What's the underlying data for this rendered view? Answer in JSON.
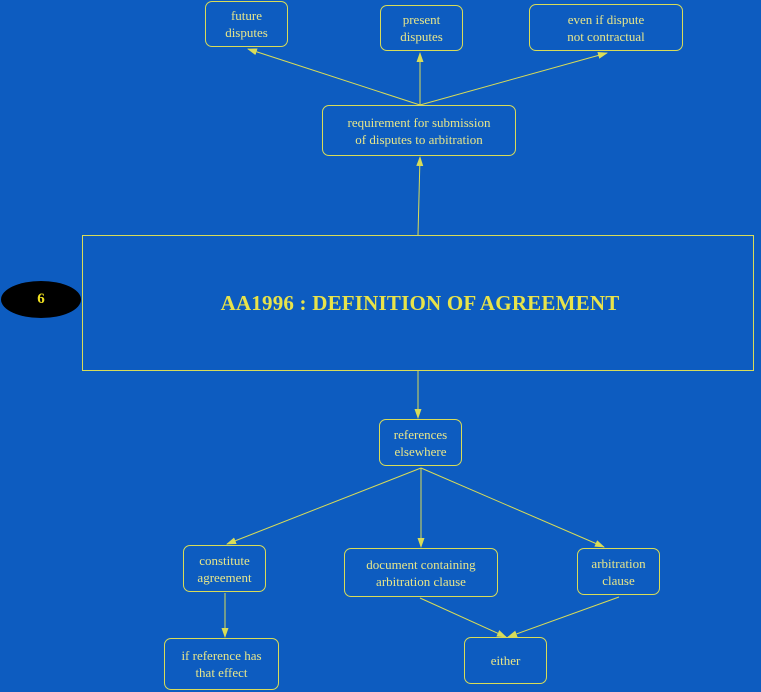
{
  "title": "AA1996 : DEFINITION OF AGREEMENT",
  "section_number": "6",
  "colors": {
    "background": "#0d5cc0",
    "line": "#d8dc58",
    "text": "#e7e68a",
    "title": "#e8e34a",
    "badge": "#000000",
    "badge_text": "#f0e020"
  },
  "nodes": {
    "requirement": "requirement for submission\nof disputes to arbitration",
    "future": "future\ndisputes",
    "present": "present\ndisputes",
    "non_contractual": "even if dispute\nnot contractual",
    "references": "references\nelsewhere",
    "constitute": "constitute\nagreement",
    "document": "document containing\narbitration clause",
    "arbitration_clause": "arbitration\nclause",
    "if_reference": "if reference has\nthat effect",
    "either": "either"
  },
  "edges": [
    {
      "from": "main",
      "to": "requirement"
    },
    {
      "from": "requirement",
      "to": "future"
    },
    {
      "from": "requirement",
      "to": "present"
    },
    {
      "from": "requirement",
      "to": "non_contractual"
    },
    {
      "from": "main",
      "to": "references"
    },
    {
      "from": "references",
      "to": "constitute"
    },
    {
      "from": "references",
      "to": "document"
    },
    {
      "from": "references",
      "to": "arbitration_clause"
    },
    {
      "from": "constitute",
      "to": "if_reference"
    },
    {
      "from": "document",
      "to": "either"
    },
    {
      "from": "arbitration_clause",
      "to": "either"
    }
  ]
}
